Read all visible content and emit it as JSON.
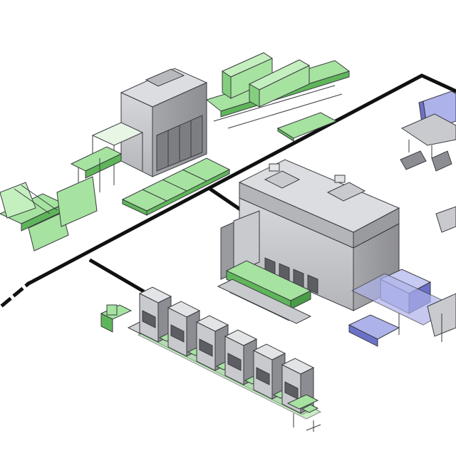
{
  "scene": {
    "colors": {
      "background": "#ffffff",
      "machine_gray": "#c9cacd",
      "machine_gray_dark": "#8c8d92",
      "machine_gray_light": "#e3e4e6",
      "outline": "#3a3b40",
      "conveyor_green": "#a6e3a0",
      "conveyor_green_dark": "#5fb65a",
      "robot_blue": "#aeb2ea",
      "robot_blue_dark": "#6c71c8",
      "layout_line": "#111111"
    },
    "components": [
      {
        "name": "upper-press-line",
        "type": "press-line",
        "accent": "green"
      },
      {
        "name": "main-transfer-press",
        "type": "large-press",
        "accent": "green"
      },
      {
        "name": "tandem-press-line",
        "type": "press-row",
        "count": 6
      },
      {
        "name": "blue-robot-cell-top",
        "type": "robot-cell",
        "accent": "blue"
      },
      {
        "name": "blue-robot-cell-bottom",
        "type": "robot-cell",
        "accent": "blue"
      }
    ]
  }
}
